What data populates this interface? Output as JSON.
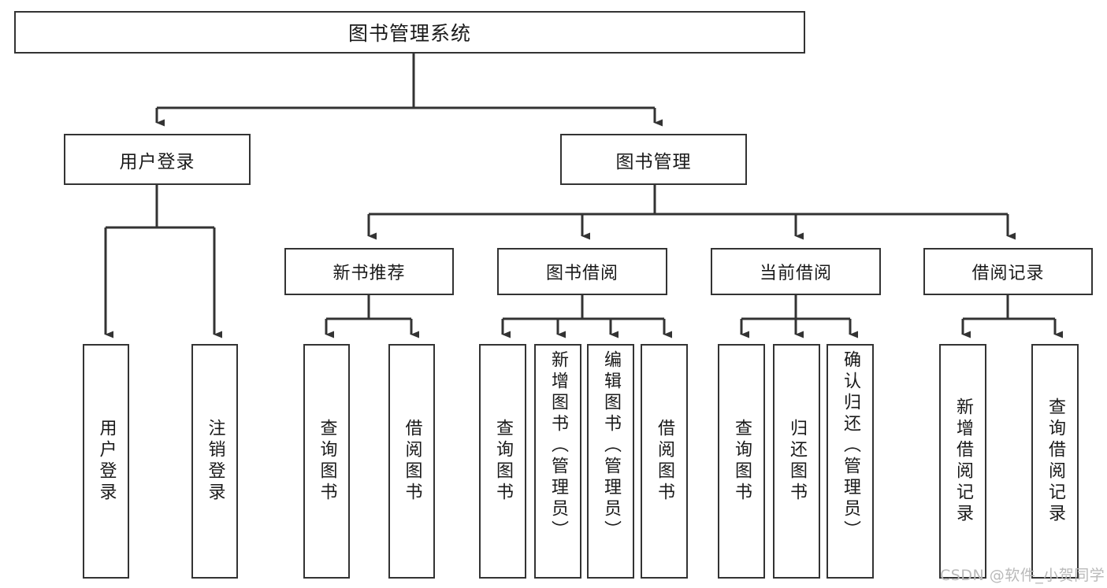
{
  "diagram": {
    "type": "tree-hierarchy",
    "root": {
      "id": "root",
      "label": "图书管理系统"
    },
    "level2": [
      {
        "id": "user-login",
        "label": "用户登录"
      },
      {
        "id": "book-management",
        "label": "图书管理"
      }
    ],
    "level3": [
      {
        "id": "new-book-recommend",
        "label": "新书推荐",
        "parent": "book-management"
      },
      {
        "id": "book-borrow",
        "label": "图书借阅",
        "parent": "book-management"
      },
      {
        "id": "current-borrow",
        "label": "当前借阅",
        "parent": "book-management"
      },
      {
        "id": "borrow-record",
        "label": "借阅记录",
        "parent": "book-management"
      }
    ],
    "leaves": [
      {
        "id": "leaf-user-login",
        "label": "用户登录",
        "parent": "user-login"
      },
      {
        "id": "leaf-logout-login",
        "label": "注销登录",
        "parent": "user-login"
      },
      {
        "id": "leaf-query-book-1",
        "label": "查询图书",
        "parent": "new-book-recommend"
      },
      {
        "id": "leaf-borrow-book-1",
        "label": "借阅图书",
        "parent": "new-book-recommend"
      },
      {
        "id": "leaf-query-book-2",
        "label": "查询图书",
        "parent": "book-borrow"
      },
      {
        "id": "leaf-add-book",
        "label": "新增图书（管理员）",
        "parent": "book-borrow"
      },
      {
        "id": "leaf-edit-book",
        "label": "编辑图书（管理员）",
        "parent": "book-borrow"
      },
      {
        "id": "leaf-borrow-book-2",
        "label": "借阅图书",
        "parent": "book-borrow"
      },
      {
        "id": "leaf-query-book-3",
        "label": "查询图书",
        "parent": "current-borrow"
      },
      {
        "id": "leaf-return-book",
        "label": "归还图书",
        "parent": "current-borrow"
      },
      {
        "id": "leaf-confirm-return",
        "label": "确认归还（管理员）",
        "parent": "current-borrow"
      },
      {
        "id": "leaf-add-record",
        "label": "新增借阅记录",
        "parent": "borrow-record"
      },
      {
        "id": "leaf-query-record",
        "label": "查询借阅记录",
        "parent": "borrow-record"
      }
    ]
  },
  "watermark": {
    "text": "CSDN @软件_小贺同学"
  },
  "colors": {
    "stroke": "#333333",
    "background": "#ffffff",
    "text": "#1a1a1a",
    "watermark": "#b9b9b9"
  }
}
